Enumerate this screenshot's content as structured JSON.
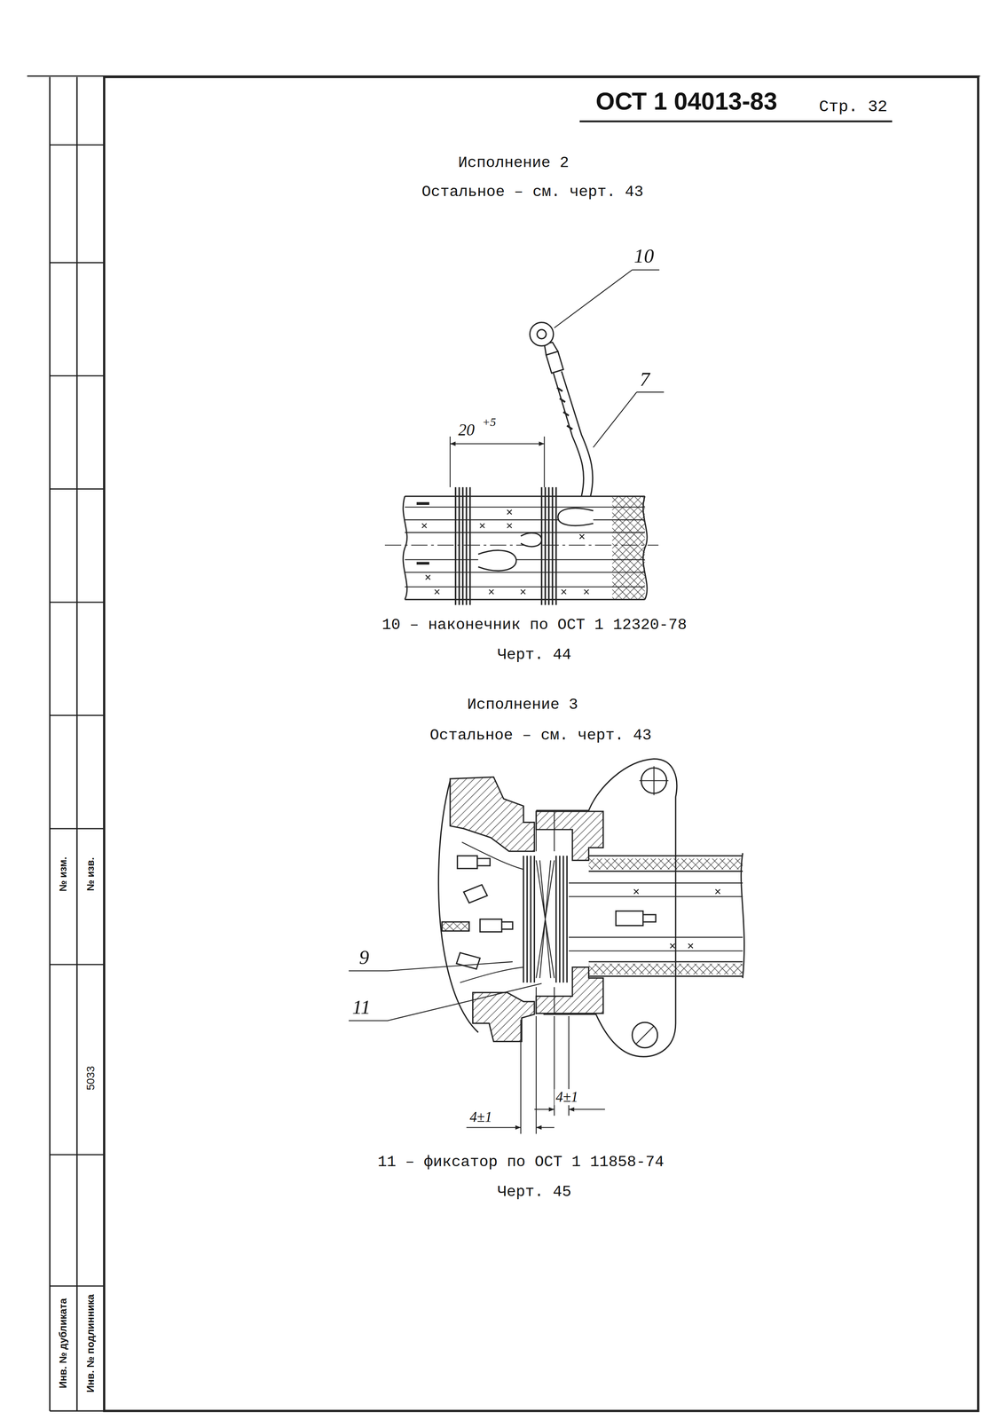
{
  "diagram": {
    "title": "ОСТ 1 04013-83",
    "labels": [
      "Стр. 32",
      "Исполнение 2",
      "Остальное – см. черт. 43",
      "10",
      "7",
      "20",
      "+5",
      "10 – наконечник по ОСТ 1 12320-78",
      "Черт. 44",
      "Исполнение 3",
      "Остальное – см. черт. 43",
      "9",
      "11",
      "4±1",
      "4±1",
      "11 – фиксатор по ОСТ 1 11858-74",
      "Черт. 45",
      "№ изм.",
      "№ изв.",
      "5033",
      "Инв. № дубликата",
      "Инв. № подлинника"
    ]
  }
}
